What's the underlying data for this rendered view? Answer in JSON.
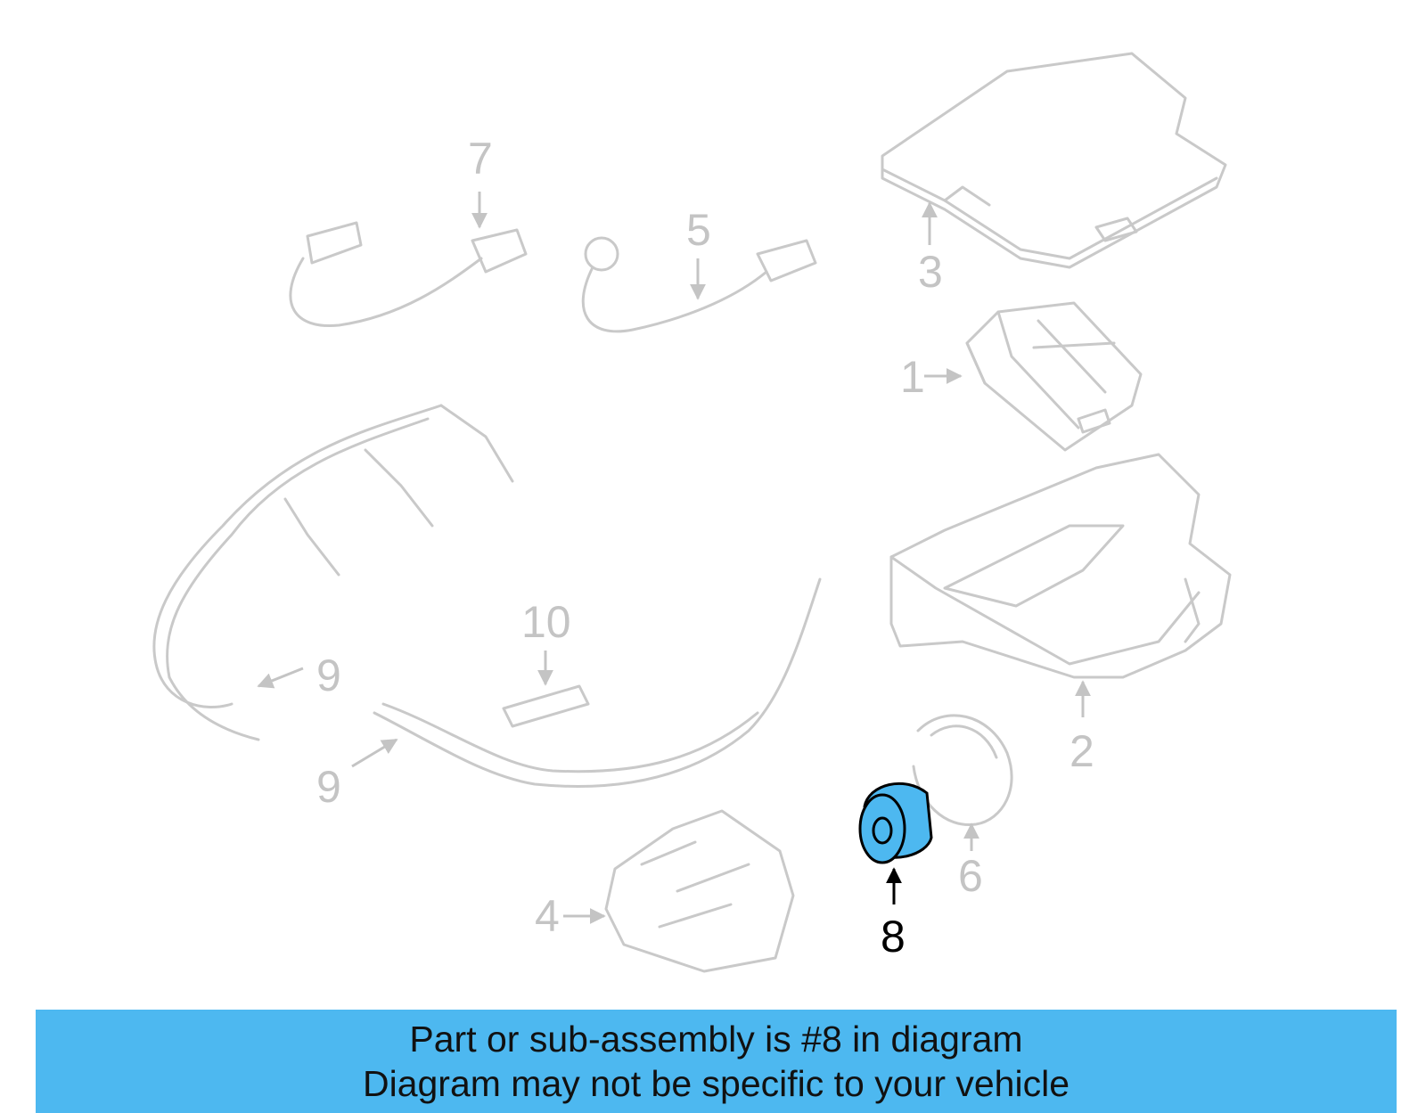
{
  "callouts": {
    "c1": "1",
    "c2": "2",
    "c3": "3",
    "c4": "4",
    "c5": "5",
    "c6": "6",
    "c7": "7",
    "c8": "8",
    "c9a": "9",
    "c9b": "9",
    "c10": "10"
  },
  "highlight": {
    "part_number": "8",
    "color": "#4db8f0"
  },
  "banner": {
    "line1": "Part or sub-assembly is #8 in diagram",
    "line2": "Diagram may not be specific to your vehicle"
  }
}
